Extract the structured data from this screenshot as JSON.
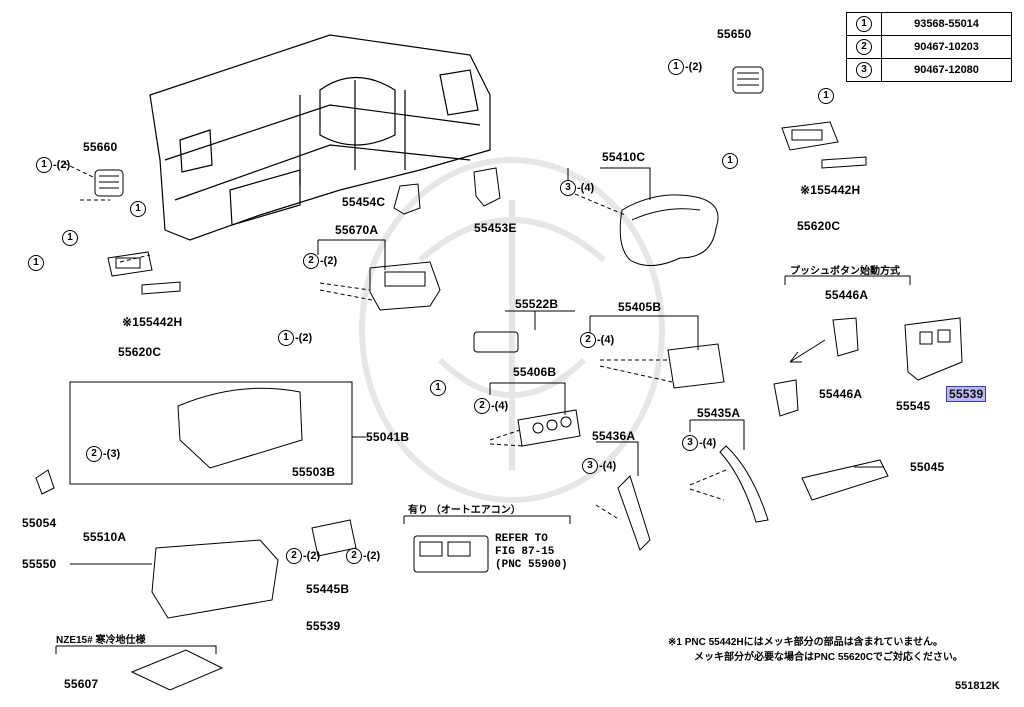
{
  "legend": [
    {
      "num": "1",
      "part": "93568-55014"
    },
    {
      "num": "2",
      "part": "90467-10203"
    },
    {
      "num": "3",
      "part": "90467-12080"
    }
  ],
  "parts": {
    "p55650": "55650",
    "p55660": "55660",
    "p55410C": "55410C",
    "p55454C": "55454C",
    "p55453E": "55453E",
    "p55620C_right": "55620C",
    "p55442H_right": "※155442H",
    "p55670A": "55670A",
    "p55442H_left": "※155442H",
    "p55620C_left": "55620C",
    "p55522B": "55522B",
    "p55405B": "55405B",
    "p55446A_top": "55446A",
    "p55446A_bottom": "55446A",
    "p55545": "55545",
    "p55539_highlight": "55539",
    "p55041B": "55041B",
    "p55503B": "55503B",
    "p55406B": "55406B",
    "p55435A": "55435A",
    "p55436A": "55436A",
    "p55045": "55045",
    "p55054": "55054",
    "p55510A": "55510A",
    "p55550": "55550",
    "p55445B": "55445B",
    "p55539_bottom": "55539",
    "p55607": "55607"
  },
  "callouts": {
    "c1_2": "-(2)",
    "c3_4": "-(4)",
    "c2_2": "-(2)",
    "c2_4": "-(4)",
    "c2_3": "-(3)"
  },
  "circle_nums": {
    "one": "1",
    "two": "2",
    "three": "3"
  },
  "notes": {
    "push_start": "プッシュボタン始動方式",
    "auto_ac": "有り （オートエアコン）",
    "refer_line1": "REFER TO",
    "refer_line2": "FIG 87-15",
    "refer_line3": "(PNC 55900)",
    "nze_label": "NZE15#  寒冷地仕様",
    "footnote_line1": "※1 PNC 55442Hにはメッキ部分の部品は含まれていません。",
    "footnote_line2": "メッキ部分が必要な場合はPNC 55620Cでご対応ください。",
    "fig_id": "551812K"
  }
}
